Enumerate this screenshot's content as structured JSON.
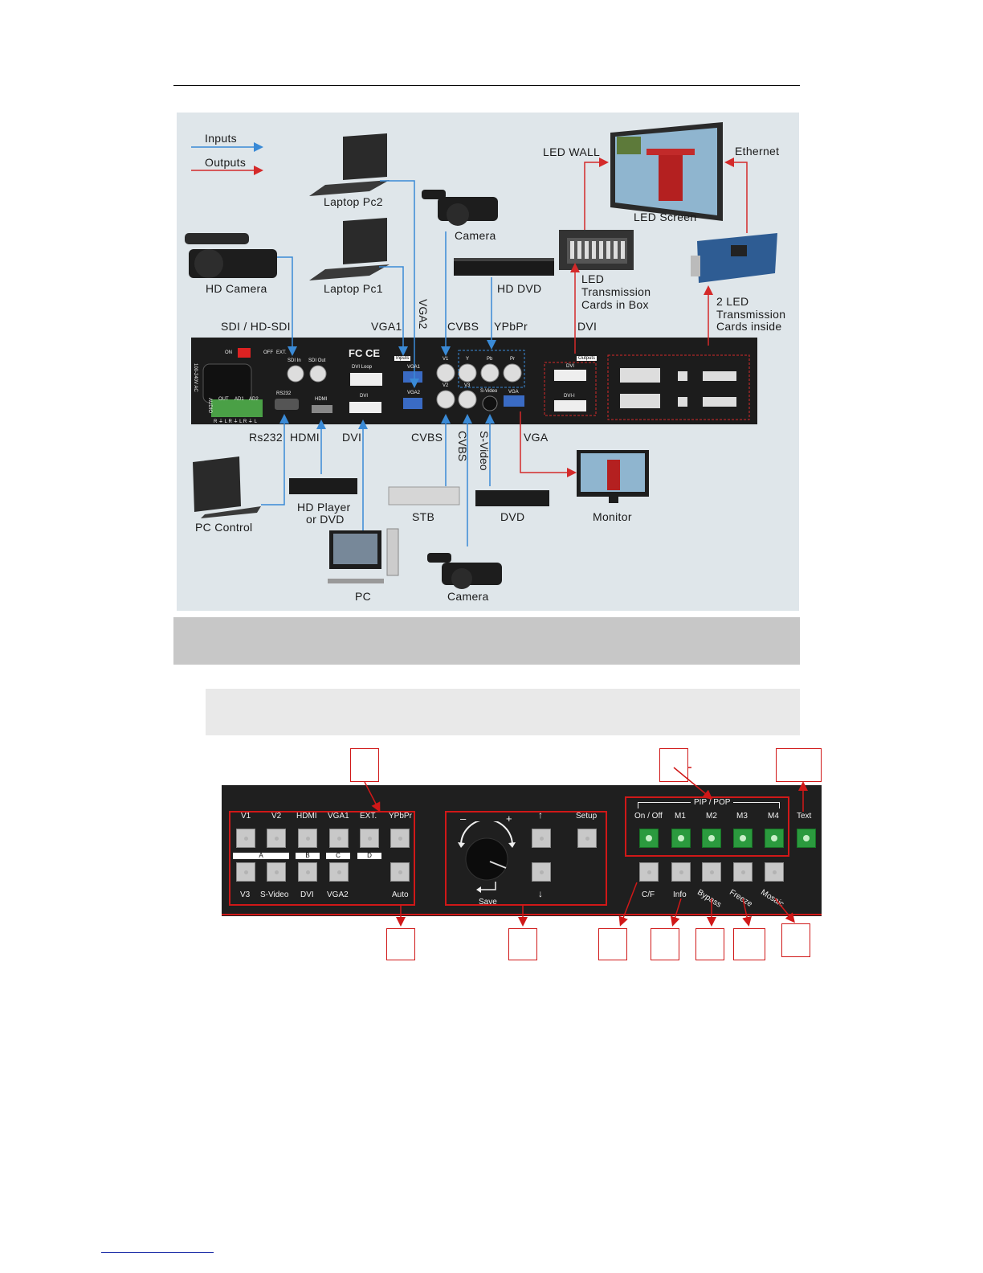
{
  "legend": {
    "inputs": "Inputs",
    "outputs": "Outputs"
  },
  "devices": {
    "laptop_pc2": "Laptop Pc2",
    "camera_top": "Camera",
    "led_wall": "LED WALL",
    "ethernet": "Ethernet",
    "led_screen": "LED Screen",
    "hd_camera": "HD Camera",
    "laptop_pc1": "Laptop Pc1",
    "hd_dvd": "HD DVD",
    "led_box_1": "LED",
    "led_box_2": "Transmission",
    "led_box_3": "Cards in Box",
    "led_inside_1": "2 LED",
    "led_inside_2": "Transmission",
    "led_inside_3": "Cards inside",
    "pc_control": "PC Control",
    "hd_player_1": "HD Player",
    "hd_player_2": "or DVD",
    "stb": "STB",
    "dvd": "DVD",
    "monitor": "Monitor",
    "pc": "PC",
    "camera_bottom": "Camera"
  },
  "ports_top": {
    "sdi": "SDI / HD-SDI",
    "vga1": "VGA1",
    "vga2": "VGA2",
    "cvbs": "CVBS",
    "ypbpr": "YPbPr",
    "dvi": "DVI"
  },
  "ports_bottom": {
    "rs232": "Rs232",
    "hdmi": "HDMI",
    "dvi": "DVI",
    "cvbs": "CVBS",
    "cvbs_v": "CVBS",
    "svideo": "S-Video",
    "vga": "VGA"
  },
  "rear_panel": {
    "on": "ON",
    "off": "OFF",
    "ext": "EXT.",
    "sdi_in": "SDI In",
    "sdi_out": "SDI Out",
    "dvi_loop": "DVI Loop",
    "inputs": "Inputs",
    "vga1": "VGA1",
    "vga2": "VGA2",
    "v1": "V1",
    "v2": "V2",
    "v3": "V3",
    "y": "Y",
    "pb": "Pb",
    "pr": "Pr",
    "svideo": "S-Video",
    "outputs": "Outputs",
    "dvi": "DVI",
    "dvi_i": "DVI-I",
    "vga": "VGA",
    "hdmi": "HDMI",
    "dvi_in": "DVI",
    "rs232": "RS232",
    "power": "100-240V AC",
    "audio": "AUDIO",
    "out": "OUT",
    "ad1": "AD1",
    "ad2": "AD2",
    "audio_pins": "R ⏚ L R ⏚ L R ⏚ L",
    "fc_ce": "FC CE"
  },
  "front_panel": {
    "row1_labels": [
      "V1",
      "V2",
      "HDMI",
      "VGA1",
      "EXT.",
      "YPbPr"
    ],
    "group_letters": [
      "A",
      "B",
      "C",
      "D"
    ],
    "row2_labels": [
      "V3",
      "S-Video",
      "DVI",
      "VGA2"
    ],
    "auto": "Auto",
    "minus": "–",
    "plus": "+",
    "up": "↑",
    "down": "↓",
    "setup": "Setup",
    "save": "Save",
    "pip_pop": "PIP / POP",
    "pip_labels": [
      "On / Off",
      "M1",
      "M2",
      "M3",
      "M4"
    ],
    "text": "Text",
    "func_labels": [
      "C/F",
      "Info",
      "Bypass",
      "Freeze",
      "Mosaic"
    ]
  },
  "colors": {
    "input_arrow": "#3a8ad6",
    "output_arrow": "#d42a2a",
    "panel": "#1f1f1f",
    "green_button": "#2b9a3e",
    "callout": "#d01818"
  }
}
